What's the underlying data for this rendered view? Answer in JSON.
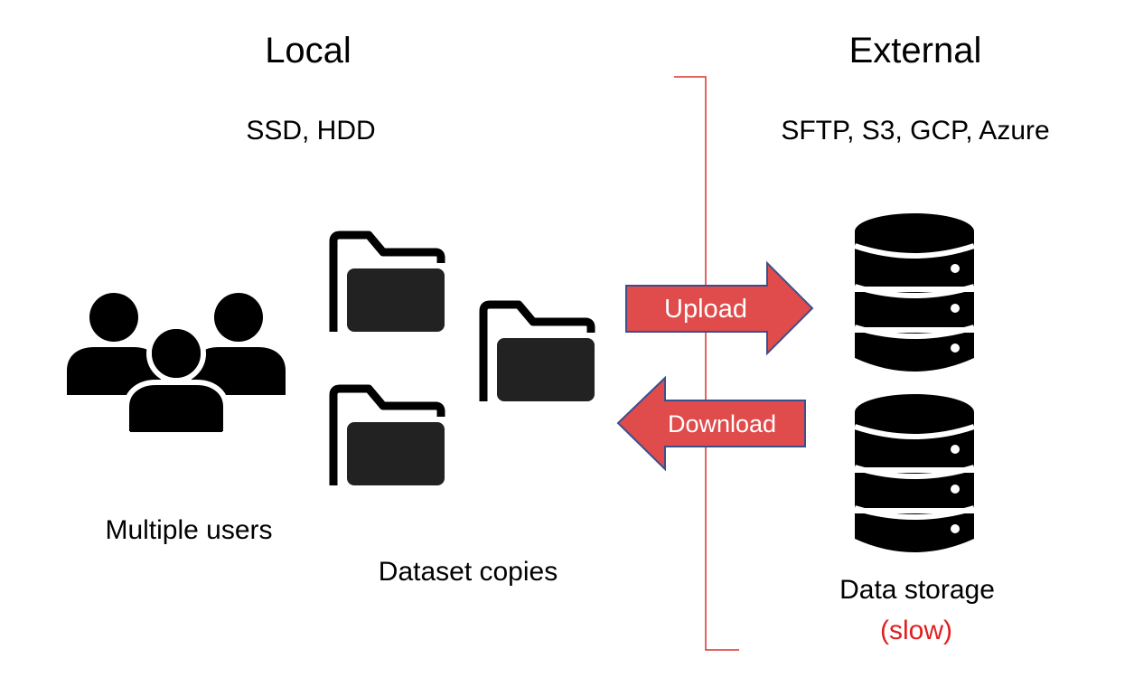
{
  "sections": {
    "local": {
      "title": "Local",
      "subtitle": "SSD, HDD"
    },
    "external": {
      "title": "External",
      "subtitle": "SFTP, S3, GCP, Azure"
    }
  },
  "labels": {
    "users": "Multiple users",
    "datasets": "Dataset copies",
    "storage": "Data storage",
    "storage_note": "(slow)"
  },
  "arrows": {
    "upload": "Upload",
    "download": "Download"
  },
  "icons": {
    "users": "users-group-icon",
    "folder": "folder-icon",
    "database": "database-icon"
  },
  "colors": {
    "arrow_fill": "#E04B4B",
    "arrow_stroke": "#3B4F8C",
    "divider": "#D9342B",
    "slow_text": "#E02020",
    "icon": "#000000"
  }
}
